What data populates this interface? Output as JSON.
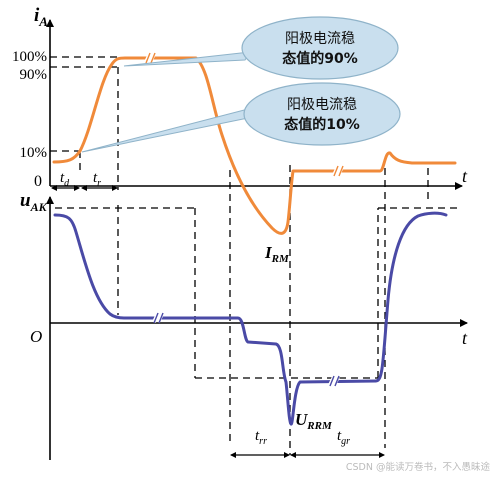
{
  "labels": {
    "i_axis": "i",
    "i_sub": "A",
    "u_axis": "u",
    "u_sub": "AK",
    "t_top": "t",
    "t_bottom": "t",
    "origin_top": "0",
    "origin_bottom": "O",
    "pct_100": "100%",
    "pct_90": "90%",
    "pct_10": "10%",
    "td": "t",
    "td_sub": "d",
    "tr": "t",
    "tr_sub": "r",
    "trr": "t",
    "trr_sub": "rr",
    "tgr": "t",
    "tgr_sub": "gr",
    "irm": "I",
    "irm_sub": "RM",
    "urrm": "U",
    "urrm_sub": "RRM"
  },
  "callouts": [
    {
      "line1": "阳极电流稳",
      "line2": "态值的90%"
    },
    {
      "line1": "阳极电流稳",
      "line2": "态值的10%"
    }
  ],
  "watermark": "CSDN @能读万卷书，不入愚昧途",
  "colors": {
    "current": "#f08a3a",
    "voltage": "#4a4aa6",
    "axis": "#000000",
    "dash": "#000000",
    "callout_fill": "#c9dfee",
    "callout_stroke": "#8fb3c9",
    "watermark": "#bbbbbb"
  }
}
